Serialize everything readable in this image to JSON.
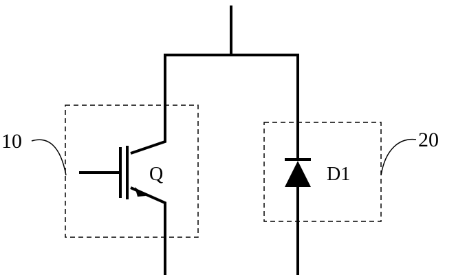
{
  "diagram": {
    "modules": [
      {
        "ref": "10",
        "component": "Q"
      },
      {
        "ref": "20",
        "component": "D1"
      }
    ],
    "colors": {
      "line": "#000000",
      "background": "#ffffff"
    }
  }
}
